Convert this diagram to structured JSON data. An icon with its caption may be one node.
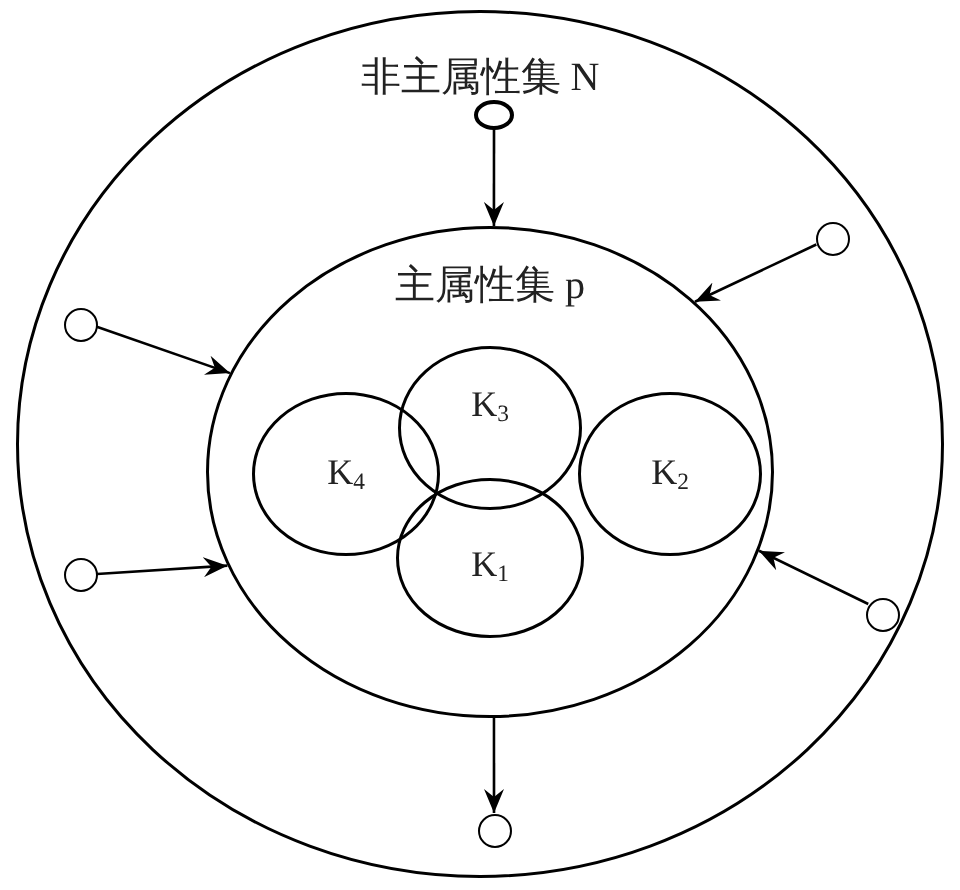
{
  "diagram": {
    "nodes": [
      {
        "text": [
          "非主属性集 N"
        ]
      },
      {
        "text": [
          "主属性集 p"
        ],
        "in": 0
      },
      {
        "text": [
          "K$_{3}$"
        ],
        "in": 1
      },
      {
        "text": [
          "K$_{4}$"
        ],
        "in": 1
      },
      {
        "text": [
          "K$_{2}$"
        ],
        "in": 1
      },
      {
        "text": [
          "K$_{1}$"
        ],
        "in": 1
      },
      {
        "text": [],
        "shape": "circle",
        "in": 0
      },
      {
        "text": [],
        "shape": "circle",
        "in": 0
      },
      {
        "text": [],
        "shape": "circle",
        "in": 0
      },
      {
        "text": [],
        "shape": "circle",
        "in": 0
      },
      {
        "text": [],
        "shape": "circle",
        "in": 0
      },
      {
        "text": [],
        "shape": "circle",
        "in": 0
      }
    ],
    "edges": [
      {
        "from": 6,
        "to": 1,
        "arrow": "to"
      },
      {
        "from": 7,
        "to": 1,
        "arrow": "to"
      },
      {
        "from": 8,
        "to": 1,
        "arrow": "to"
      },
      {
        "from": 9,
        "to": 1,
        "arrow": "to"
      },
      {
        "from": 10,
        "to": 1,
        "arrow": "to"
      },
      {
        "from": 1,
        "to": 11,
        "arrow": "to"
      }
    ]
  }
}
